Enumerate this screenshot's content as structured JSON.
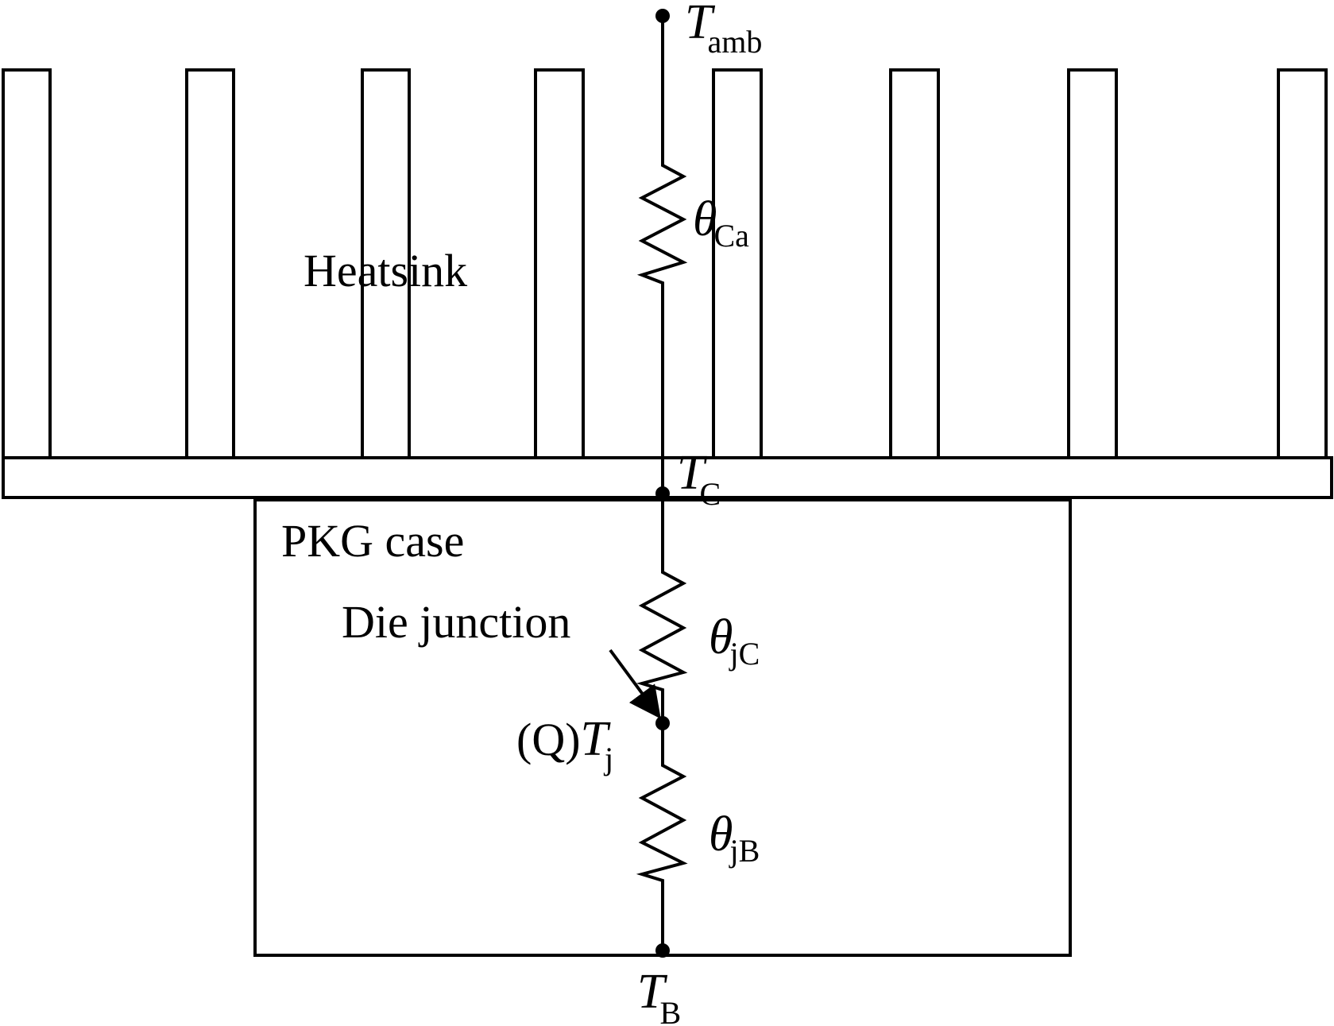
{
  "labels": {
    "heatsink": "Heatsink",
    "pkg_case": "PKG case",
    "die_junction": "Die junction"
  },
  "nodes": {
    "t_amb": {
      "sym": "T",
      "sub": "amb"
    },
    "t_c": {
      "sym": "T",
      "sub": "C"
    },
    "t_j": {
      "prefix": "(Q)",
      "sym": "T",
      "sub": "j"
    },
    "t_b": {
      "sym": "T",
      "sub": "B"
    }
  },
  "resistors": {
    "theta_ca": {
      "sym": "θ",
      "sub": "Ca"
    },
    "theta_jc": {
      "sym": "θ",
      "sub": "jC"
    },
    "theta_jb": {
      "sym": "θ",
      "sub": "jB"
    }
  }
}
